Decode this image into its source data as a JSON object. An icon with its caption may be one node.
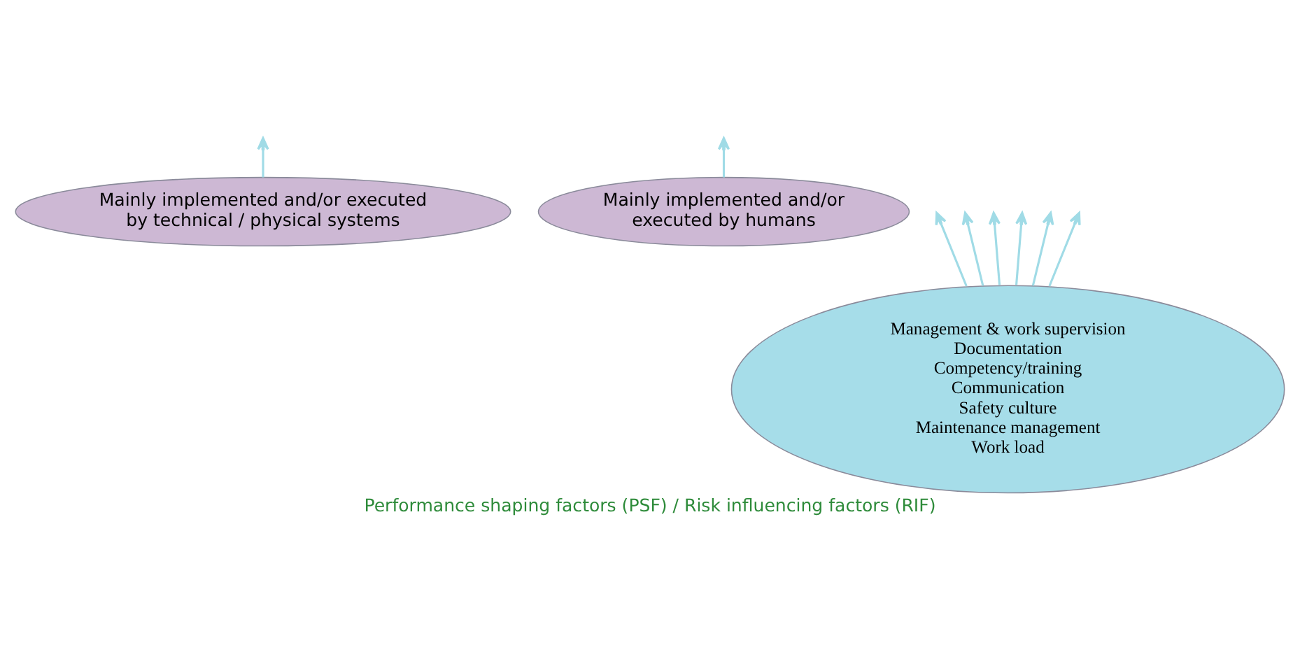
{
  "diagram": {
    "caption": "Performance shaping factors (PSF) / Risk influencing factors (RIF)",
    "nodes": [
      {
        "text": [
          "Mainly implemented and/or executed by technical / physical systems"
        ]
      },
      {
        "text": [
          "Mainly implemented and/or executed by humans"
        ]
      },
      {
        "text": [
          "Management & work supervision",
          "Documentation",
          "Competency/training",
          "Communication",
          "Safety culture",
          "Maintenance management",
          "Work load"
        ]
      }
    ],
    "edges": [
      {
        "from": 0,
        "to": null,
        "arrow": "to"
      },
      {
        "from": 1,
        "to": null,
        "arrow": "to"
      },
      {
        "from": 2,
        "to": null,
        "arrow": "to"
      },
      {
        "from": 2,
        "to": null,
        "arrow": "to"
      },
      {
        "from": 2,
        "to": null,
        "arrow": "to"
      },
      {
        "from": 2,
        "to": null,
        "arrow": "to"
      },
      {
        "from": 2,
        "to": null,
        "arrow": "to"
      },
      {
        "from": 2,
        "to": null,
        "arrow": "to"
      }
    ]
  }
}
